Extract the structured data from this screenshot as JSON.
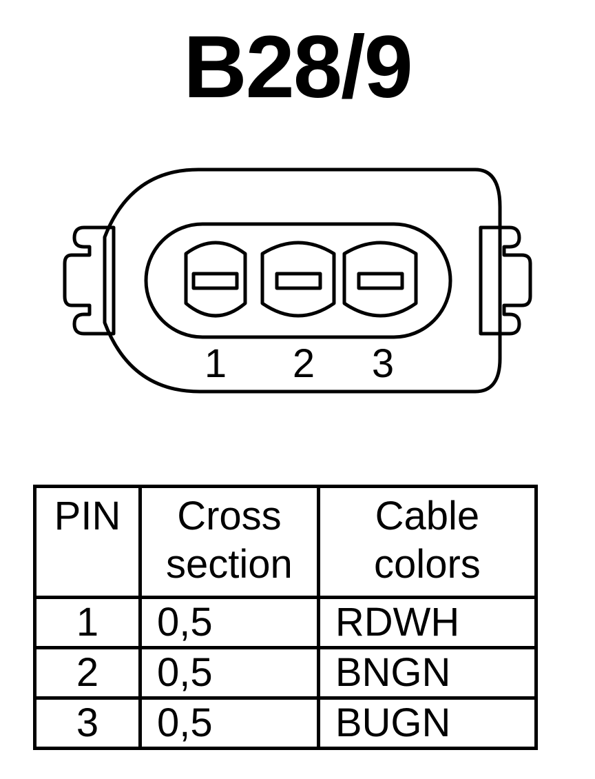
{
  "title": "B28/9",
  "connector": {
    "pin_labels": [
      "1",
      "2",
      "3"
    ]
  },
  "table": {
    "headers": {
      "pin": "PIN",
      "cross_section_line1": "Cross",
      "cross_section_line2": "section",
      "cable_colors_line1": "Cable",
      "cable_colors_line2": "colors"
    },
    "rows": [
      {
        "pin": "1",
        "cross_section": "0,5",
        "cable_color": "RDWH"
      },
      {
        "pin": "2",
        "cross_section": "0,5",
        "cable_color": "BNGN"
      },
      {
        "pin": "3",
        "cross_section": "0,5",
        "cable_color": "BUGN"
      }
    ]
  }
}
